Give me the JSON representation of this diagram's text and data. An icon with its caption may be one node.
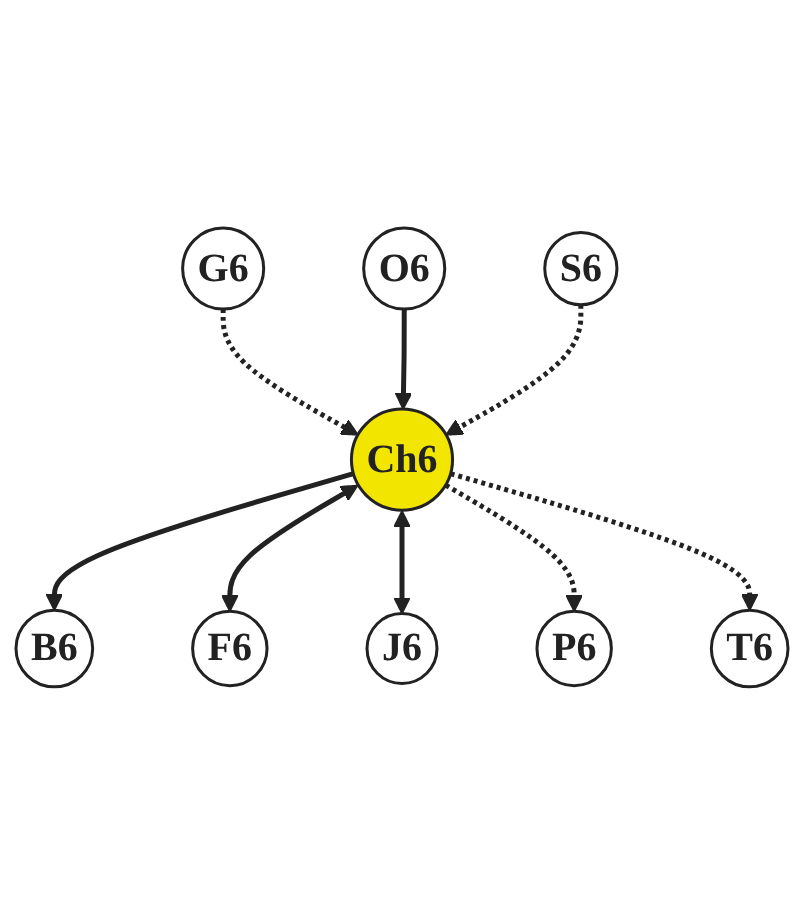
{
  "diagram": {
    "nodes": [
      {
        "text": [
          "Ch6"
        ]
      },
      {
        "text": [
          "B6"
        ]
      },
      {
        "text": [
          "F6"
        ]
      },
      {
        "text": [
          "G6"
        ]
      },
      {
        "text": [
          "J6"
        ]
      },
      {
        "text": [
          "O6"
        ]
      },
      {
        "text": [
          "P6"
        ]
      },
      {
        "text": [
          "T6"
        ]
      },
      {
        "text": [
          "S6"
        ]
      }
    ],
    "edges": [
      {
        "from": 0,
        "to": 1,
        "arrow": "to"
      },
      {
        "from": 0,
        "to": 2,
        "arrow": "both"
      },
      {
        "from": 3,
        "to": 0,
        "arrow": "to",
        "style": "dashed"
      },
      {
        "from": 0,
        "to": 4,
        "arrow": "both"
      },
      {
        "from": 5,
        "to": 0,
        "arrow": "to"
      },
      {
        "from": 0,
        "to": 6,
        "arrow": "to",
        "style": "dashed"
      },
      {
        "from": 0,
        "to": 7,
        "arrow": "to",
        "style": "dashed"
      },
      {
        "from": 8,
        "to": 0,
        "arrow": "to",
        "style": "dashed"
      }
    ]
  }
}
